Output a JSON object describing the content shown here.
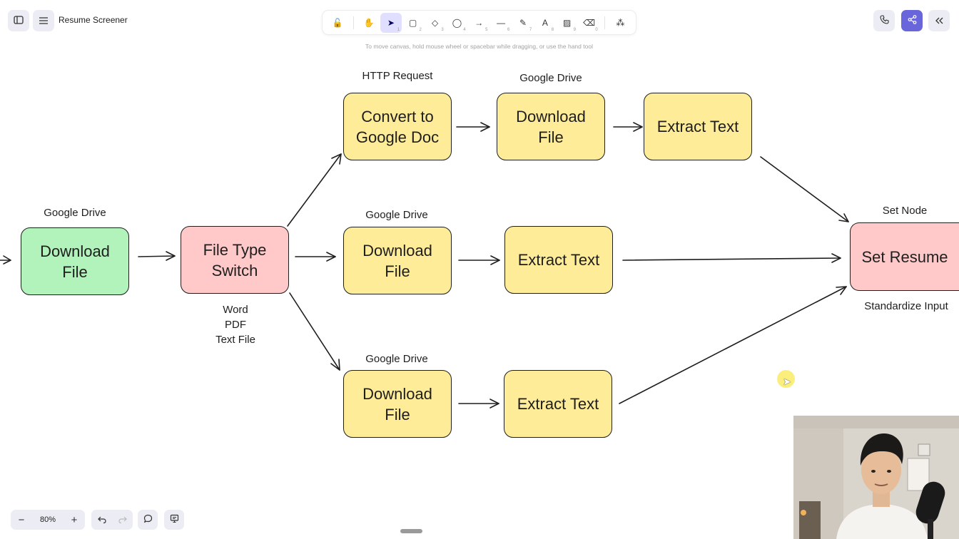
{
  "app": {
    "title": "Resume Screener",
    "canvas_hint": "To move canvas, hold mouse wheel or spacebar while dragging, or use the hand tool"
  },
  "topbar": {
    "sidebar_toggle_icon": "sidebar-icon",
    "menu_icon": "hamburger-icon"
  },
  "toolbar": {
    "tools": [
      {
        "name": "lock",
        "icon": "lock-icon",
        "glyph": "🔓",
        "key": ""
      },
      {
        "name": "hand",
        "icon": "hand-icon",
        "glyph": "✋",
        "key": ""
      },
      {
        "name": "selection",
        "icon": "pointer-icon",
        "glyph": "➤",
        "key": "1",
        "active": true
      },
      {
        "name": "rectangle",
        "icon": "rectangle-icon",
        "glyph": "▢",
        "key": "2"
      },
      {
        "name": "diamond",
        "icon": "diamond-icon",
        "glyph": "◇",
        "key": "3"
      },
      {
        "name": "ellipse",
        "icon": "ellipse-icon",
        "glyph": "◯",
        "key": "4"
      },
      {
        "name": "arrow",
        "icon": "arrow-icon",
        "glyph": "→",
        "key": "5"
      },
      {
        "name": "line",
        "icon": "line-icon",
        "glyph": "—",
        "key": "6"
      },
      {
        "name": "draw",
        "icon": "pencil-icon",
        "glyph": "✎",
        "key": "7"
      },
      {
        "name": "text",
        "icon": "text-icon",
        "glyph": "A",
        "key": "8"
      },
      {
        "name": "image",
        "icon": "image-icon",
        "glyph": "▨",
        "key": "9"
      },
      {
        "name": "eraser",
        "icon": "eraser-icon",
        "glyph": "⌫",
        "key": "0"
      },
      {
        "name": "more",
        "icon": "extra-tools-icon",
        "glyph": "⁂",
        "key": ""
      }
    ]
  },
  "topright": {
    "call_icon": "phone-icon",
    "share_icon": "share-icon",
    "collapse_icon": "double-chevron-left-icon"
  },
  "diagram": {
    "nodes": {
      "download_main": "Download\nFile",
      "file_type_switch": "File Type\nSwitch",
      "convert_doc": "Convert to\nGoogle Doc",
      "download_top": "Download\nFile",
      "extract_top": "Extract Text",
      "download_mid": "Download\nFile",
      "extract_mid": "Extract Text",
      "download_bot": "Download\nFile",
      "extract_bot": "Extract Text",
      "set_resume": "Set Resume"
    },
    "labels": {
      "google_drive_main": "Google Drive",
      "http_request": "HTTP Request",
      "google_drive_top": "Google Drive",
      "google_drive_mid": "Google Drive",
      "google_drive_bot": "Google Drive",
      "file_types": "Word\nPDF\nText File",
      "set_node": "Set Node",
      "standardize_input": "Standardize Input"
    },
    "colors": {
      "yellow": "#ffec99",
      "green": "#b2f2bb",
      "pink": "#ffc9c9",
      "stroke": "#1e1e1e"
    }
  },
  "footer": {
    "zoom_out": "−",
    "zoom_level": "80%",
    "zoom_in": "+",
    "undo_icon": "undo-icon",
    "redo_icon": "redo-icon",
    "comment_icon": "comment-icon",
    "present_icon": "present-icon"
  },
  "colors": {
    "accent": "#6965db",
    "active_tool_bg": "#e0dfff",
    "button_bg": "#ececf4"
  }
}
